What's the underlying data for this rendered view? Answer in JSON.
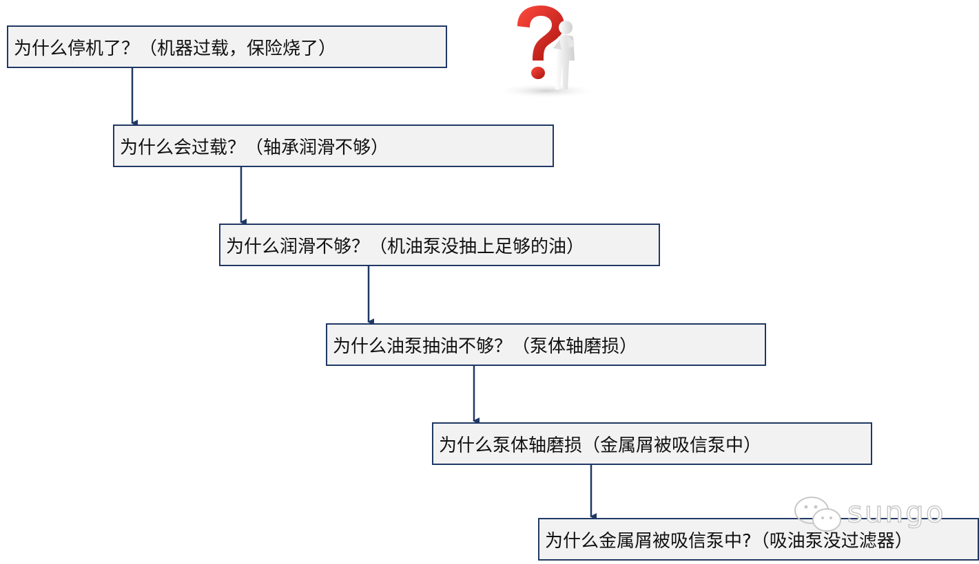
{
  "steps": [
    {
      "text": "为什么停机了？（机器过载，保险烧了）"
    },
    {
      "text": "为什么会过载？（轴承润滑不够）"
    },
    {
      "text": "为什么润滑不够？（机油泵没抽上足够的油）"
    },
    {
      "text": "为什么油泵抽油不够？（泵体轴磨损）"
    },
    {
      "text": "为什么泵体轴磨损（金属屑被吸信泵中）"
    },
    {
      "text": "为什么金属屑被吸信泵中?（吸油泵没过滤器）"
    }
  ],
  "watermark": {
    "text": "sungo"
  },
  "colors": {
    "box_fill": "#f2f2f2",
    "box_border": "#1f3864",
    "arrow": "#1f3864",
    "question_mark": "#d6251f",
    "figure": "#f4f4f4"
  },
  "icons": {
    "illustration": "thinking-figure-question-mark-icon",
    "watermark": "wechat-icon"
  }
}
